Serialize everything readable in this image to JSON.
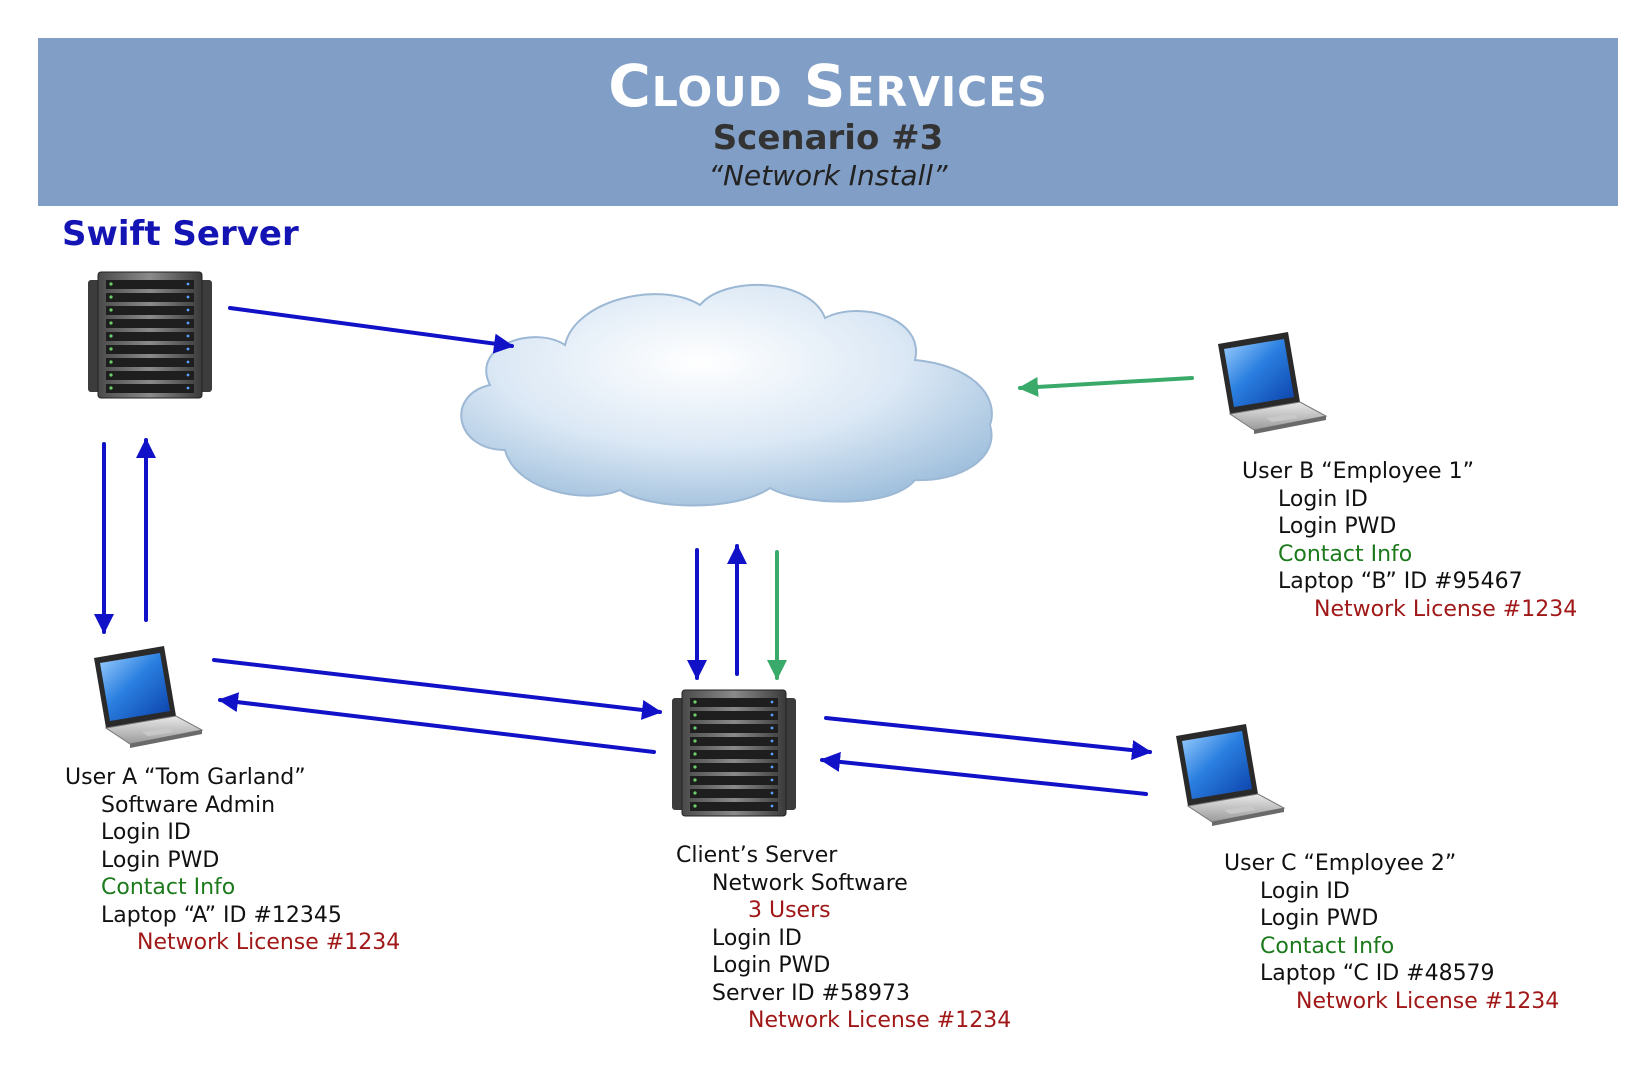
{
  "header": {
    "title": "Cloud Services",
    "subtitle": "Scenario #3",
    "tagline": "“Network Install”"
  },
  "swift_server": {
    "label": "Swift Server"
  },
  "user_a": {
    "name": "User A “Tom Garland”",
    "role": "Software Admin",
    "login_id": "Login ID",
    "login_pwd": "Login PWD",
    "contact": "Contact Info",
    "laptop": "Laptop “A” ID #12345",
    "license": "Network License #1234"
  },
  "user_b": {
    "name": "User B “Employee 1”",
    "login_id": "Login ID",
    "login_pwd": "Login PWD",
    "contact": "Contact Info",
    "laptop": "Laptop “B” ID #95467",
    "license": "Network License #1234"
  },
  "user_c": {
    "name": "User C “Employee 2”",
    "login_id": "Login ID",
    "login_pwd": "Login PWD",
    "contact": "Contact Info",
    "laptop": "Laptop “C ID #48579",
    "license": "Network License #1234"
  },
  "client_server": {
    "name": "Client’s Server",
    "software": "Network Software",
    "users": "3 Users",
    "login_id": "Login ID",
    "login_pwd": "Login PWD",
    "server_id": "Server ID #58973",
    "license": "Network License #1234"
  },
  "colors": {
    "banner": "#819fc6",
    "blue_arrow": "#1111c8",
    "green_arrow": "#3aaa6a",
    "green_text": "#1c7a1c",
    "red_text": "#a01818",
    "title_blue": "#1414b4"
  }
}
